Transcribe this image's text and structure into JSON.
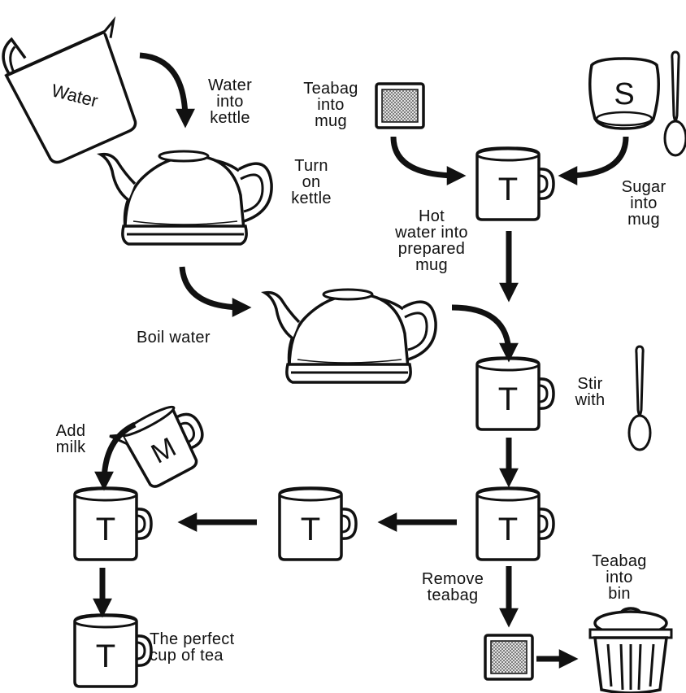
{
  "colors": {
    "ink": "#111111",
    "background": "#ffffff",
    "mesh": "#9a9a9a"
  },
  "icons": {
    "water-jug": "water-jug-icon",
    "kettle": "kettle-icon",
    "teabag": "teabag-icon",
    "mug": "mug-icon",
    "sugar-pot": "sugar-pot-icon",
    "spoon": "spoon-icon",
    "milk-jug": "milk-jug-icon",
    "bin": "bin-icon",
    "arrow": "arrow-icon"
  },
  "items": {
    "water_jug_text": "Water",
    "mug_letter": "T",
    "sugar_letter": "S",
    "milk_letter": "M"
  },
  "steps": {
    "water_into_kettle": "Water\ninto\nkettle",
    "turn_on_kettle": "Turn\non\nkettle",
    "teabag_into_mug": "Teabag\ninto\nmug",
    "sugar_into_mug": "Sugar\ninto\nmug",
    "hot_water": "Hot\nwater into\nprepared\nmug",
    "boil_water": "Boil water",
    "stir_with": "Stir\nwith",
    "add_milk": "Add\nmilk",
    "remove_teabag": "Remove\nteabag",
    "teabag_into_bin": "Teabag\ninto\nbin",
    "perfect_cup": "The perfect\ncup of tea"
  }
}
